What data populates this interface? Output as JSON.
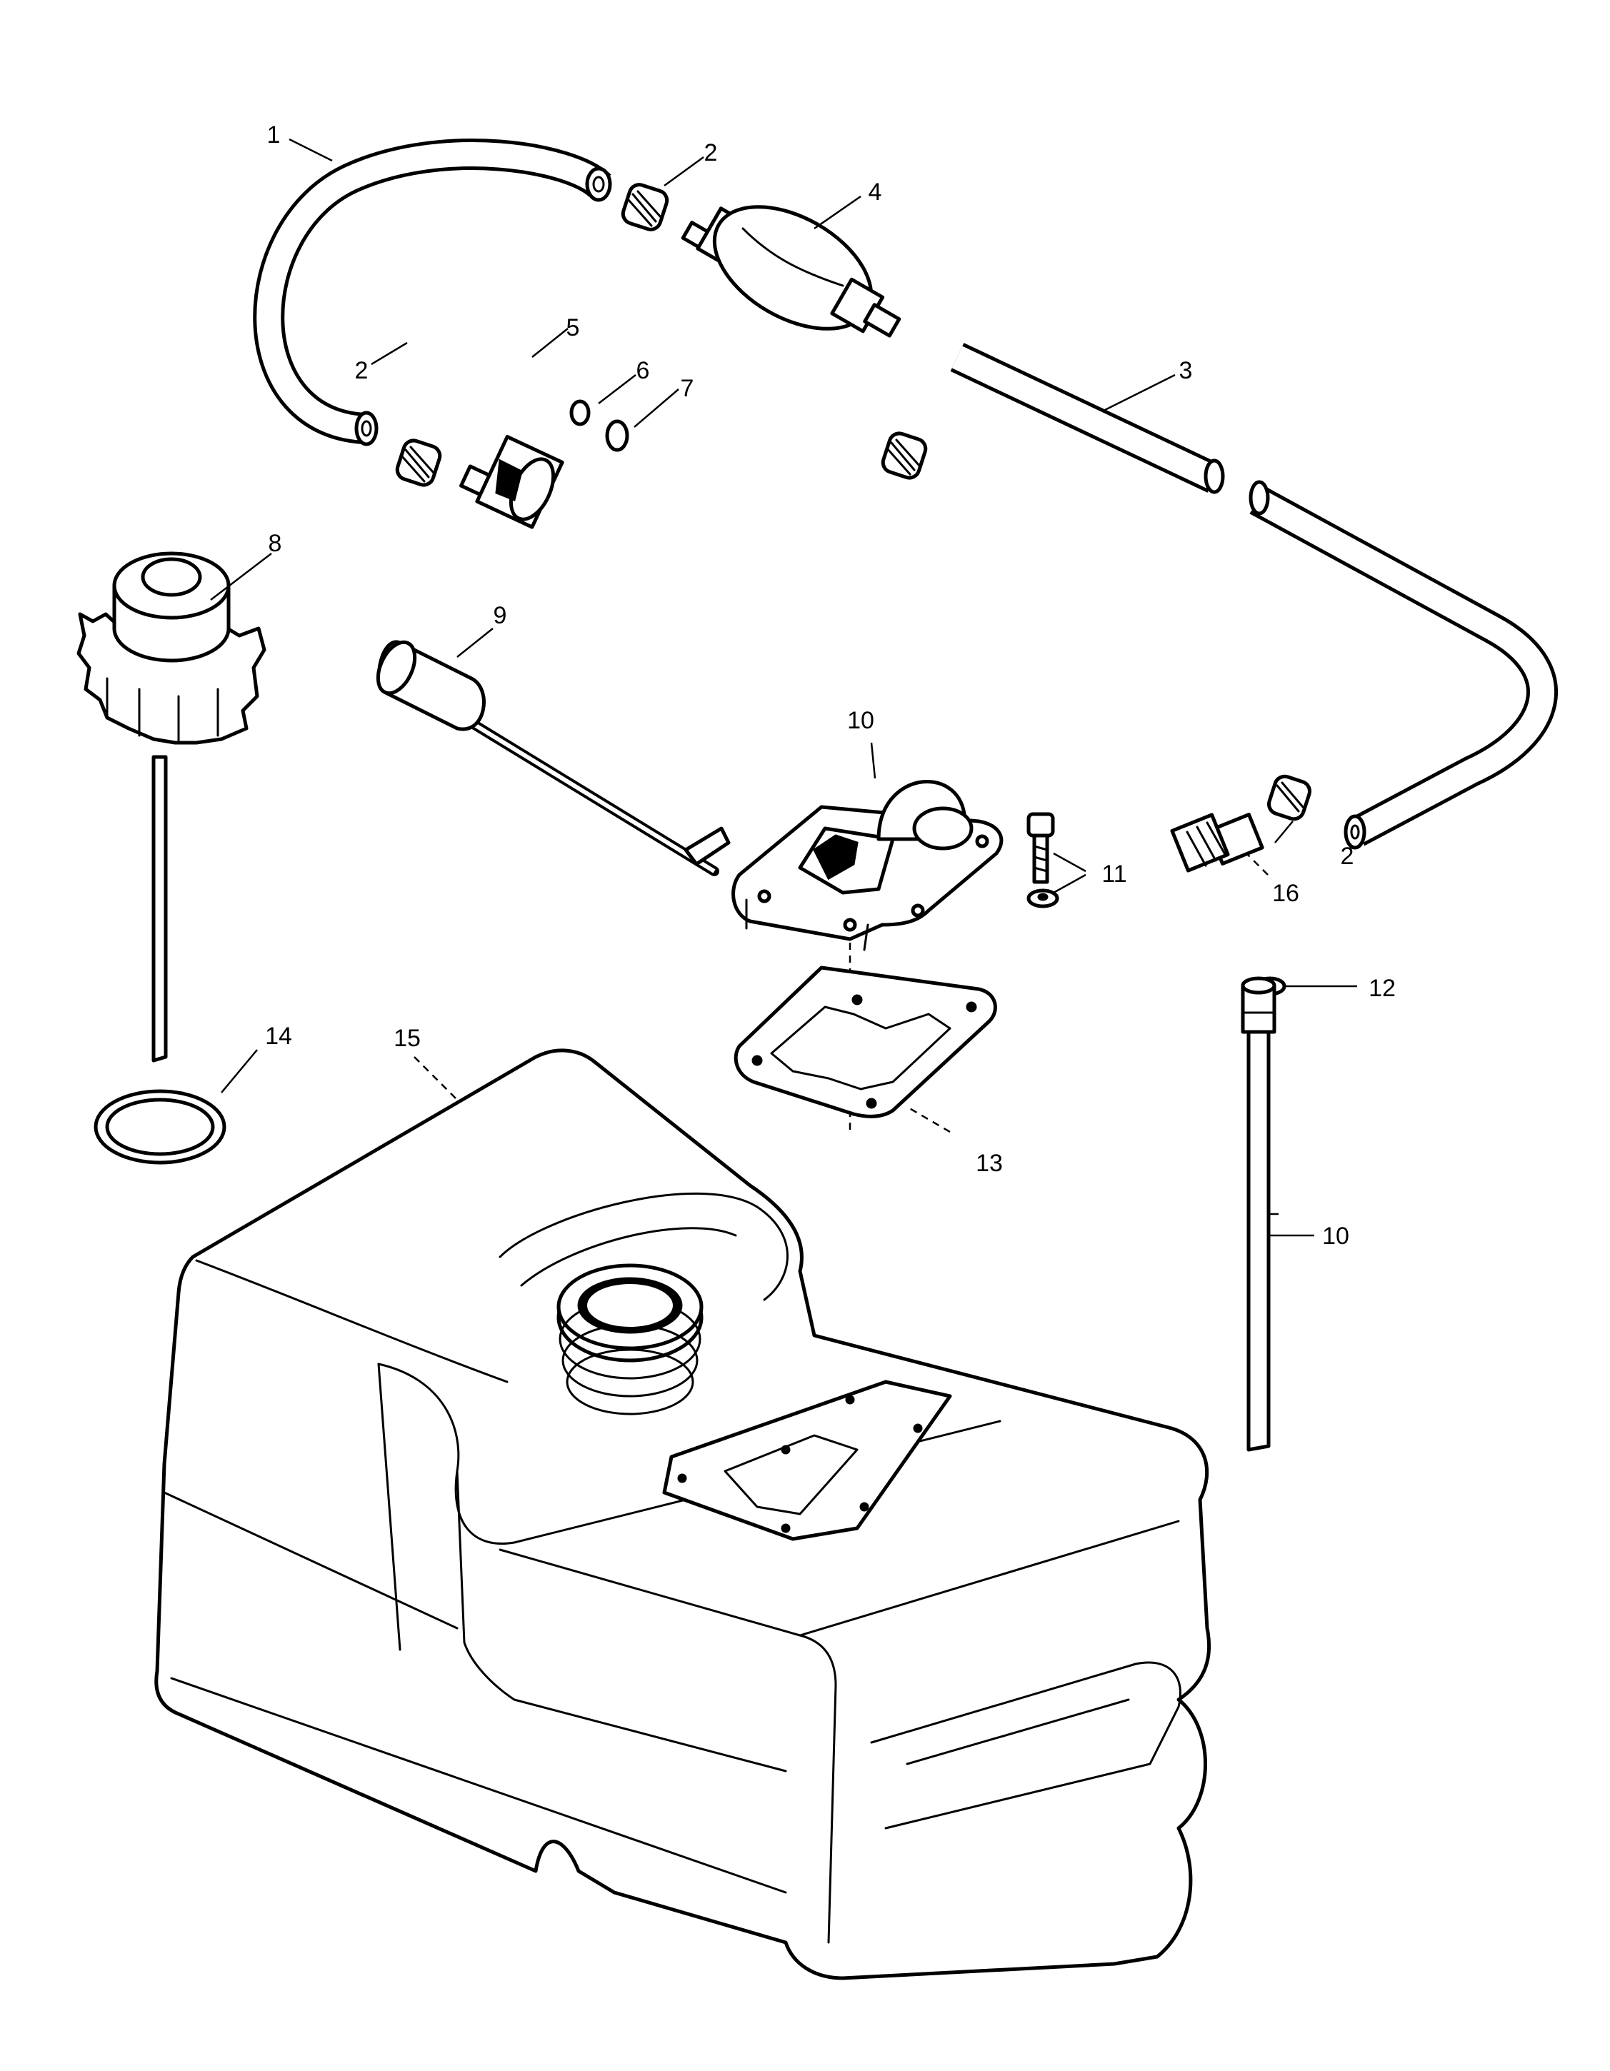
{
  "callouts": [
    {
      "id": "c1",
      "text": "1"
    },
    {
      "id": "c2a",
      "text": "2"
    },
    {
      "id": "c2b",
      "text": "2"
    },
    {
      "id": "c2c",
      "text": "2"
    },
    {
      "id": "c3",
      "text": "3"
    },
    {
      "id": "c4",
      "text": "4"
    },
    {
      "id": "c5",
      "text": "5"
    },
    {
      "id": "c6",
      "text": "6"
    },
    {
      "id": "c7",
      "text": "7"
    },
    {
      "id": "c8",
      "text": "8"
    },
    {
      "id": "c9",
      "text": "9"
    },
    {
      "id": "c10a",
      "text": "10"
    },
    {
      "id": "c10b",
      "text": "10"
    },
    {
      "id": "c11",
      "text": "11"
    },
    {
      "id": "c12",
      "text": "12"
    },
    {
      "id": "c13",
      "text": "13"
    },
    {
      "id": "c14",
      "text": "14"
    },
    {
      "id": "c15",
      "text": "15"
    },
    {
      "id": "c16",
      "text": "16"
    }
  ],
  "colors": {
    "line": "#000000",
    "background": "#ffffff"
  }
}
